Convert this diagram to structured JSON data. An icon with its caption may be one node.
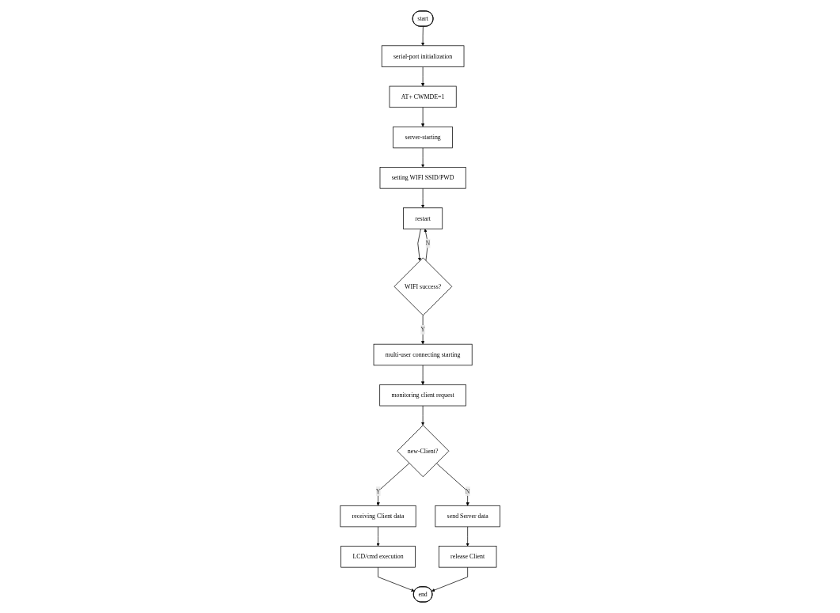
{
  "diagram": {
    "nodes": [
      {
        "text": [
          "start"
        ]
      },
      {
        "text": [
          "serial-port initialization"
        ]
      },
      {
        "text": [
          "AT+ CWMDE=1"
        ]
      },
      {
        "text": [
          "server-starting"
        ]
      },
      {
        "text": [
          "setting WIFI SSID/PWD"
        ]
      },
      {
        "text": [
          "restart"
        ]
      },
      {
        "text": [
          "WIFI success?"
        ]
      },
      {
        "text": [
          "multi-user connecting starting"
        ]
      },
      {
        "text": [
          "monitoring client request"
        ]
      },
      {
        "text": [
          "new-Client?"
        ]
      },
      {
        "text": [
          "receiving Client data"
        ]
      },
      {
        "text": [
          "send Server data"
        ]
      },
      {
        "text": [
          "LCD/cmd execution"
        ]
      },
      {
        "text": [
          "release Client"
        ]
      },
      {
        "text": [
          "end"
        ]
      }
    ],
    "edges": [
      {
        "from": 0,
        "to": 1,
        "arrow": "to"
      },
      {
        "from": 1,
        "to": 2,
        "arrow": "to"
      },
      {
        "from": 2,
        "to": 3,
        "arrow": "to"
      },
      {
        "from": 3,
        "to": 4,
        "arrow": "to"
      },
      {
        "from": 4,
        "to": 5,
        "arrow": "to"
      },
      {
        "from": 5,
        "to": 6,
        "arrow": "to"
      },
      {
        "from": 6,
        "to": 5,
        "label": "N",
        "arrow": "to"
      },
      {
        "from": 6,
        "to": 7,
        "label": "Y",
        "arrow": "to"
      },
      {
        "from": 7,
        "to": 8,
        "arrow": "to"
      },
      {
        "from": 8,
        "to": 9,
        "arrow": "to"
      },
      {
        "from": 9,
        "to": 10,
        "label": "Y",
        "arrow": "to"
      },
      {
        "from": 9,
        "to": 11,
        "label": "N",
        "arrow": "to"
      },
      {
        "from": 10,
        "to": 12,
        "arrow": "to"
      },
      {
        "from": 11,
        "to": 13,
        "arrow": "to"
      },
      {
        "from": 12,
        "to": 14,
        "arrow": "to"
      },
      {
        "from": 13,
        "to": 14,
        "arrow": "to"
      }
    ]
  }
}
